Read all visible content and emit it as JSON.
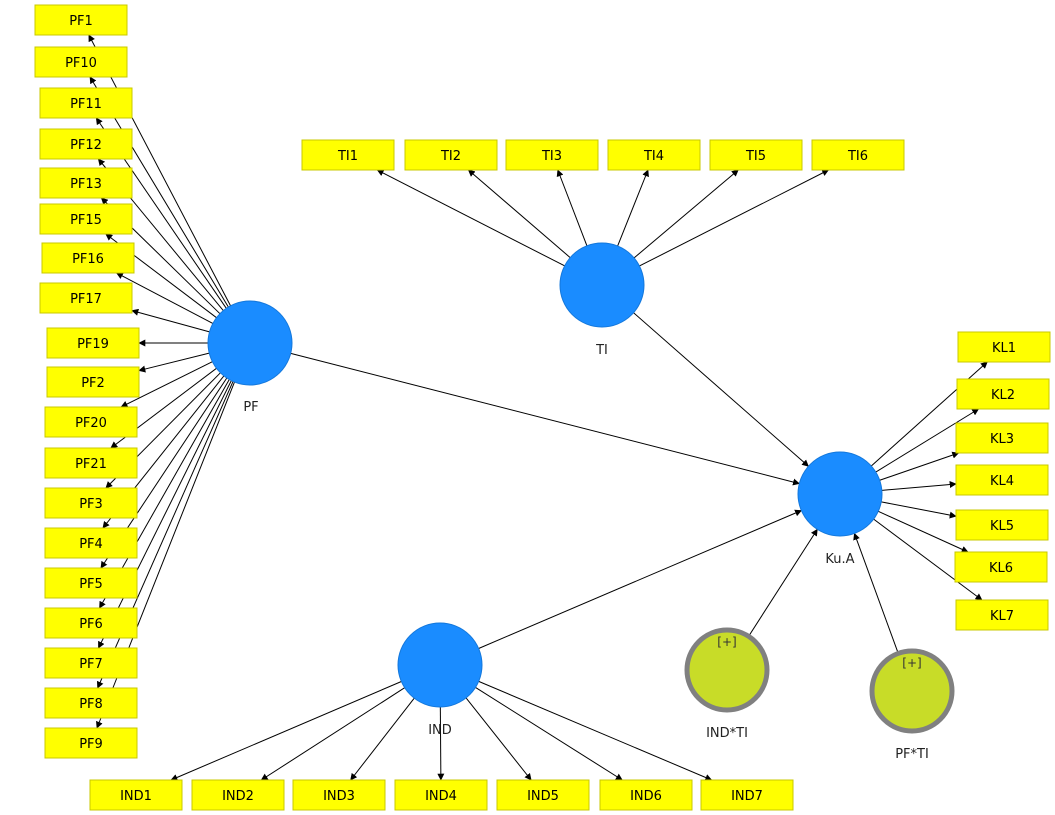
{
  "colors": {
    "indicator_fill": "#ffff00",
    "indicator_stroke": "#c8c800",
    "latent_fill": "#1a8cff",
    "moderator_fill": "#c8dc28",
    "moderator_stroke": "#808080",
    "arrow": "#000000"
  },
  "latent_variables": [
    {
      "id": "PF",
      "label": "PF"
    },
    {
      "id": "TI",
      "label": "TI"
    },
    {
      "id": "KuA",
      "label": "Ku.A"
    },
    {
      "id": "IND",
      "label": "IND"
    }
  ],
  "moderators": [
    {
      "id": "INDTI",
      "label": "IND*TI",
      "mark": "[+]"
    },
    {
      "id": "PFTI",
      "label": "PF*TI",
      "mark": "[+]"
    }
  ],
  "indicator_groups": [
    {
      "latent": "PF",
      "items": [
        "PF1",
        "PF10",
        "PF11",
        "PF12",
        "PF13",
        "PF15",
        "PF16",
        "PF17",
        "PF19",
        "PF2",
        "PF20",
        "PF21",
        "PF3",
        "PF4",
        "PF5",
        "PF6",
        "PF7",
        "PF8",
        "PF9"
      ]
    },
    {
      "latent": "TI",
      "items": [
        "TI1",
        "TI2",
        "TI3",
        "TI4",
        "TI5",
        "TI6"
      ]
    },
    {
      "latent": "KuA",
      "items": [
        "KL1",
        "KL2",
        "KL3",
        "KL4",
        "KL5",
        "KL6",
        "KL7"
      ]
    },
    {
      "latent": "IND",
      "items": [
        "IND1",
        "IND2",
        "IND3",
        "IND4",
        "IND5",
        "IND6",
        "IND7"
      ]
    }
  ],
  "paths": [
    {
      "from": "PF",
      "to": "KuA"
    },
    {
      "from": "TI",
      "to": "KuA"
    },
    {
      "from": "IND",
      "to": "KuA"
    },
    {
      "from": "INDTI",
      "to": "KuA"
    },
    {
      "from": "PFTI",
      "to": "KuA"
    }
  ]
}
